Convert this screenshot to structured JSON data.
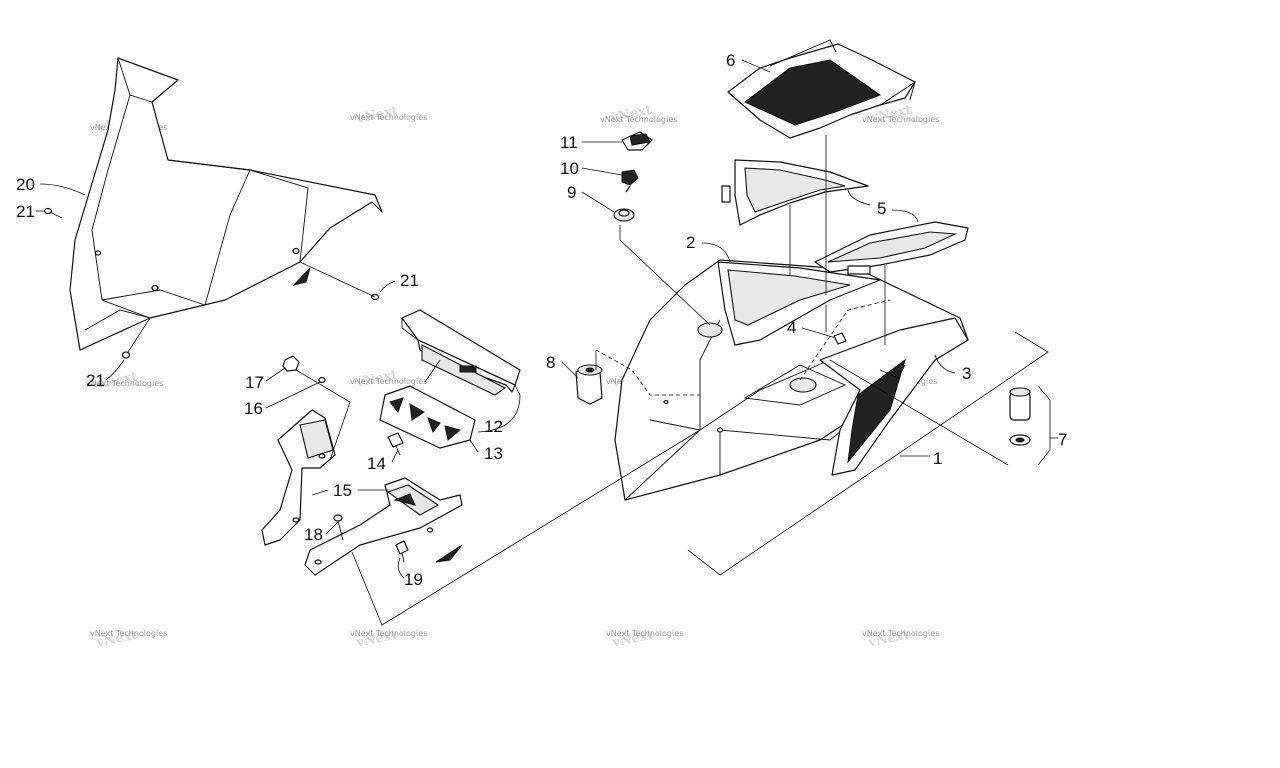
{
  "watermark": {
    "text": "vNext Technologies"
  },
  "callouts": [
    "1",
    "2",
    "3",
    "4",
    "5",
    "6",
    "7",
    "8",
    "9",
    "10",
    "11",
    "12",
    "13",
    "14",
    "15",
    "16",
    "17",
    "18",
    "19",
    "20",
    "21",
    "21",
    "21"
  ]
}
